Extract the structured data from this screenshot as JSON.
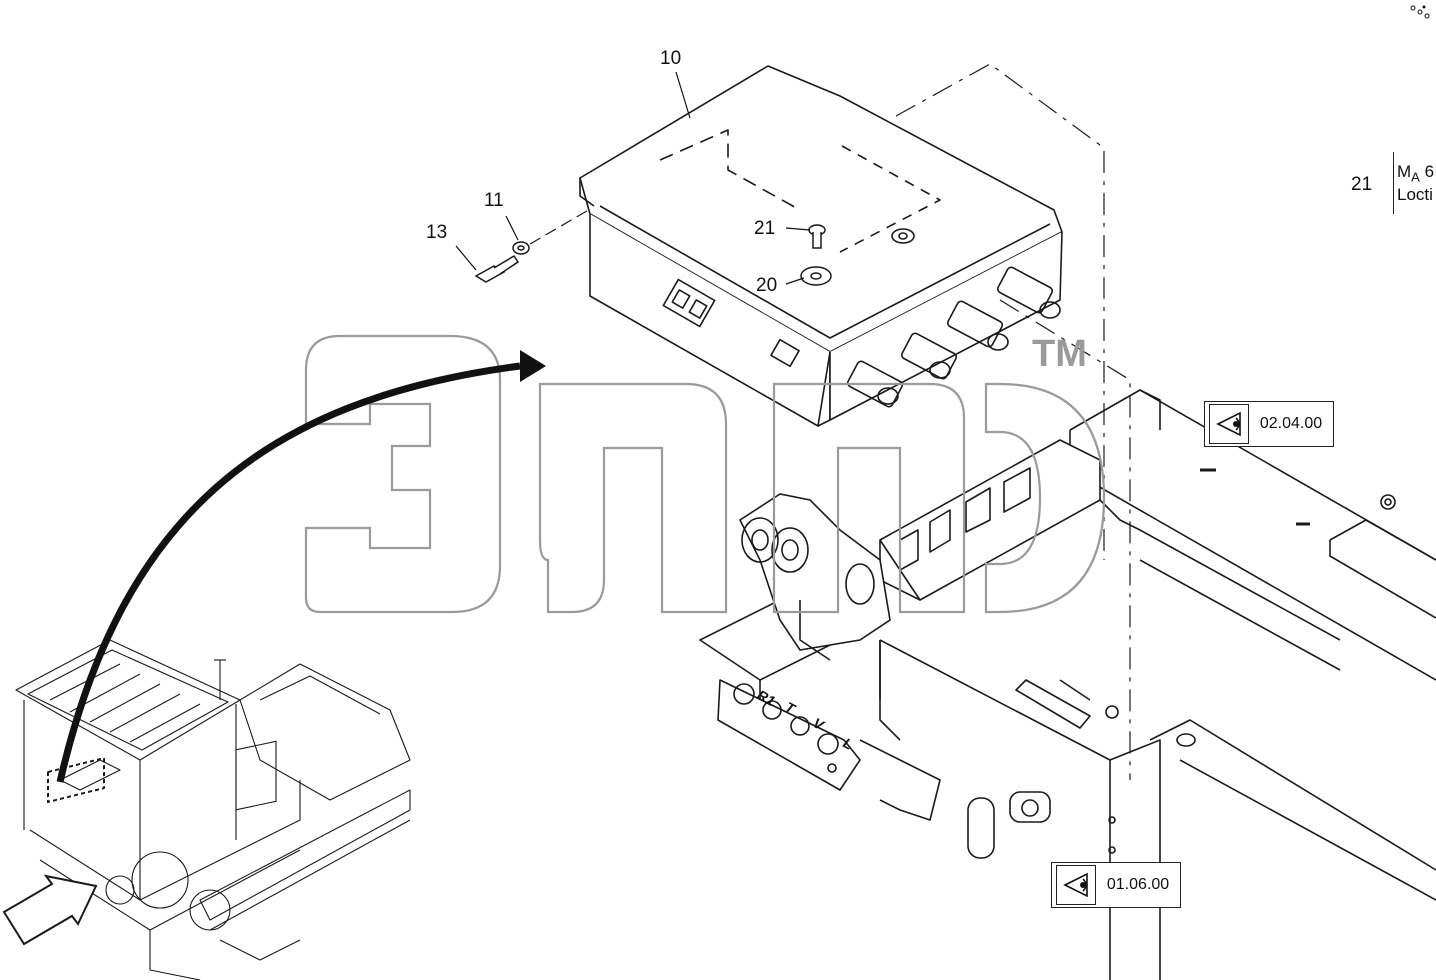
{
  "callouts": {
    "c10": "10",
    "c11": "11",
    "c13": "13",
    "c20": "20",
    "c21": "21"
  },
  "references": [
    {
      "code": "02.04.00"
    },
    {
      "code": "01.06.00"
    }
  ],
  "torque_note": {
    "item": "21",
    "label_m": "M",
    "label_a": "A",
    "value_partial": "6",
    "compound_partial": "Locti"
  },
  "watermark": {
    "text": "элд",
    "trademark": "TM"
  },
  "colors": {
    "line": "#1a1a1a",
    "watermark": "#9a9a9a"
  }
}
